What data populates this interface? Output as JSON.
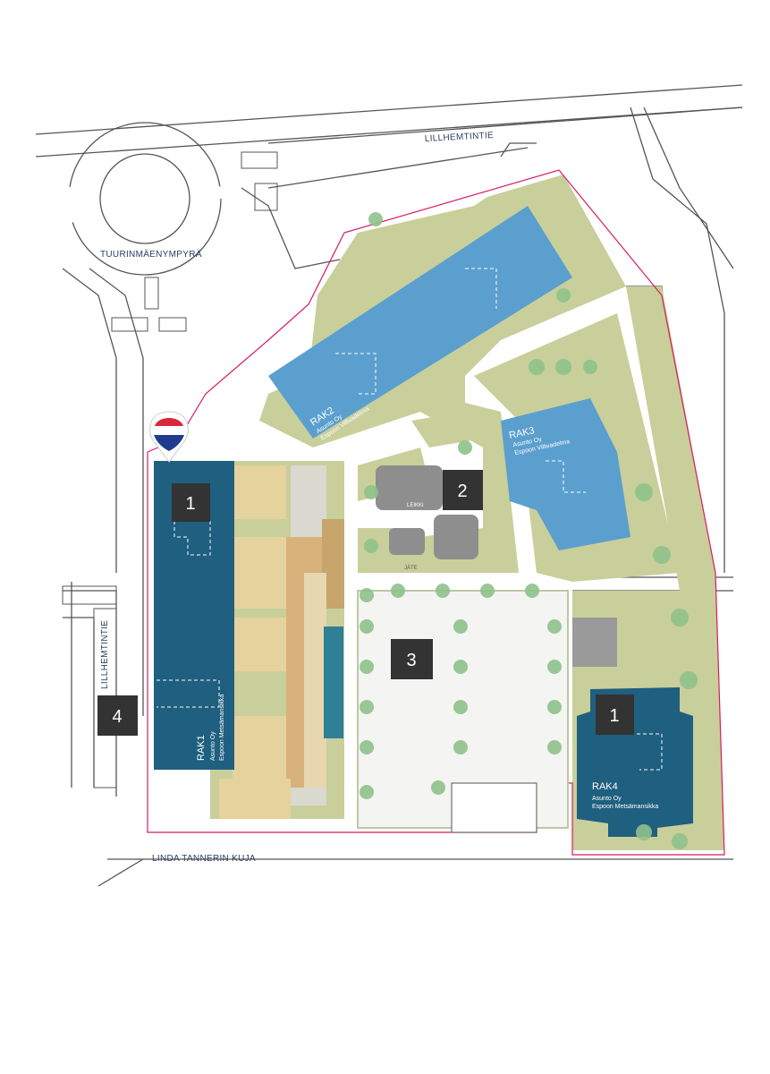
{
  "streets": {
    "lillhemtintie_top": "LILLHEMTINTIE",
    "roundabout": "TUURINMÄENYMPYRÄ",
    "lillhemtintie_left": "LILLHEMTINTIE",
    "linda_tannerin_kuja": "LINDA TANNERIN KUJA"
  },
  "buildings": {
    "rak1": {
      "title": "RAK1",
      "line1": "Asunto Oy",
      "line2": "Espoon Metsämansikka"
    },
    "rak2": {
      "title": "RAK2",
      "line1": "Asunto Oy",
      "line2": "Espoon Villivadelma"
    },
    "rak3": {
      "title": "RAK3",
      "line1": "Asunto Oy",
      "line2": "Espoon Villivadelma"
    },
    "rak4": {
      "title": "RAK4",
      "line1": "Asunto Oy",
      "line2": "Espoon Metsämansikka"
    }
  },
  "markers": {
    "m1": "1",
    "m2": "2",
    "m3": "3",
    "m4": "4",
    "m1b": "1"
  },
  "small_labels": {
    "lekki": "LEIKKI",
    "jate": "JÄTE"
  },
  "colors": {
    "grass": "#c8cf9a",
    "rak_light": "#5b9fcf",
    "rak_dark": "#1f5f7f",
    "courtyard": "#d9d9d0",
    "boundary": "#d81b60",
    "tree": "#8fc28b"
  },
  "icons": {
    "logo": "remax-balloon-icon"
  }
}
